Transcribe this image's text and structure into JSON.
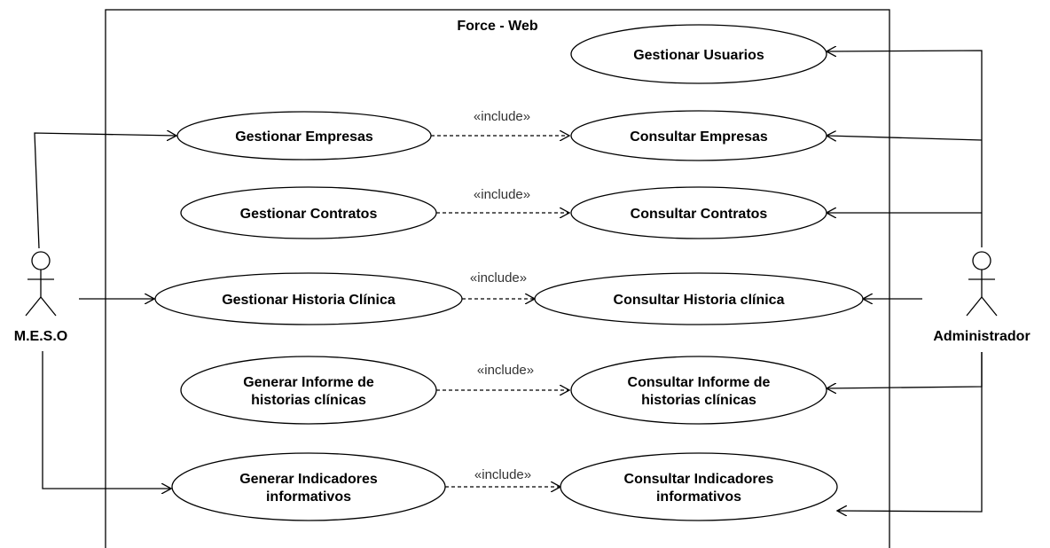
{
  "system": {
    "title": "Force - Web"
  },
  "actors": {
    "meso": "M.E.S.O",
    "admin": "Administrador"
  },
  "use_cases": {
    "gestionar_usuarios": [
      "Gestionar Usuarios"
    ],
    "gestionar_empresas": [
      "Gestionar Empresas"
    ],
    "consultar_empresas": [
      "Consultar Empresas"
    ],
    "gestionar_contratos": [
      "Gestionar Contratos"
    ],
    "consultar_contratos": [
      "Consultar Contratos"
    ],
    "gestionar_historia": [
      "Gestionar Historia Clínica"
    ],
    "consultar_historia": [
      "Consultar Historia clínica"
    ],
    "generar_informe": [
      "Generar Informe de",
      "historias clínicas"
    ],
    "consultar_informe": [
      "Consultar Informe de",
      "historias clínicas"
    ],
    "generar_indicadores": [
      "Generar Indicadores",
      "informativos"
    ],
    "consultar_indicadores": [
      "Consultar Indicadores",
      "informativos"
    ]
  },
  "relations": {
    "include_label": "«include»"
  }
}
